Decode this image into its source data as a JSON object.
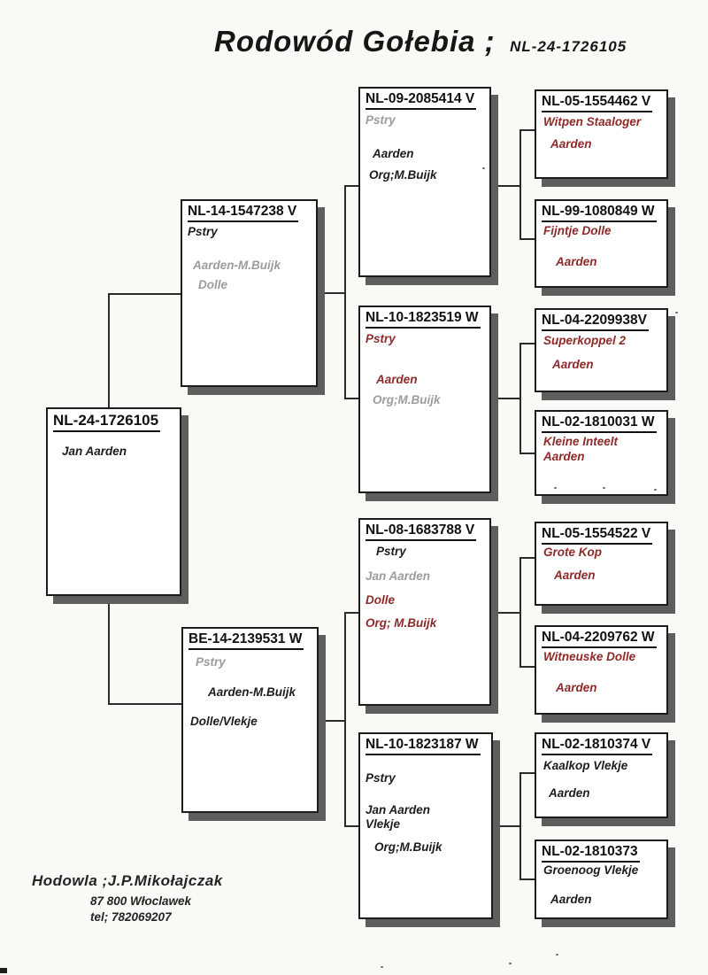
{
  "title": {
    "main": "Rodowód Gołebia ;",
    "ring": "NL-24-1726105"
  },
  "palette": {
    "paper": "#faf9f6",
    "box_fill": "#ffffff",
    "box_border": "#1c1c1c",
    "box_shadow": "#5e5e5e",
    "connector": "#2b2b2b",
    "text_black": "#1d1d1d",
    "text_gray": "#9c9c9c",
    "text_darkred": "#8e2a2a"
  },
  "boxes": [
    {
      "ring": "NL-24-1726105",
      "lines": [
        "Jan Aarden"
      ]
    },
    {
      "ring": "NL-14-1547238 V",
      "lines": [
        "Pstry",
        "Aarden-M.Buijk",
        "Dolle"
      ]
    },
    {
      "ring": "BE-14-2139531 W",
      "lines": [
        "Pstry",
        "Aarden-M.Buijk",
        "Dolle/Vlekje"
      ]
    },
    {
      "ring": "NL-09-2085414 V",
      "lines": [
        "Pstry",
        "Aarden",
        "Org;M.Buijk"
      ]
    },
    {
      "ring": "NL-10-1823519 W",
      "lines": [
        "Pstry",
        "Aarden",
        "Org;M.Buijk"
      ]
    },
    {
      "ring": "NL-08-1683788 V",
      "lines": [
        "Pstry",
        "Jan Aarden",
        "Dolle",
        "Org; M.Buijk"
      ]
    },
    {
      "ring": "NL-10-1823187 W",
      "lines": [
        "Pstry",
        "Jan Aarden",
        "Vlekje",
        "Org;M.Buijk"
      ]
    },
    {
      "ring": "NL-05-1554462 V",
      "lines": [
        "Witpen Staaloger",
        "Aarden"
      ]
    },
    {
      "ring": "NL-99-1080849 W",
      "lines": [
        "Fijntje Dolle",
        "Aarden"
      ]
    },
    {
      "ring": "NL-04-2209938V",
      "lines": [
        "Superkoppel 2",
        "Aarden"
      ]
    },
    {
      "ring": "NL-02-1810031 W",
      "lines": [
        "Kleine Inteelt",
        "Aarden"
      ]
    },
    {
      "ring": "NL-05-1554522 V",
      "lines": [
        "Grote Kop",
        "Aarden"
      ]
    },
    {
      "ring": "NL-04-2209762 W",
      "lines": [
        "Witneuske Dolle",
        "Aarden"
      ]
    },
    {
      "ring": "NL-02-1810374 V",
      "lines": [
        "Kaalkop Vlekje",
        "Aarden"
      ]
    },
    {
      "ring": "NL-02-1810373",
      "lines": [
        "Groenoog Vlekje",
        "Aarden"
      ]
    }
  ],
  "breeder": {
    "name": "Hodowla ;J.P.Mikołajczak",
    "address": "87 800 Włoclawek",
    "phone": "tel; 782069207"
  }
}
